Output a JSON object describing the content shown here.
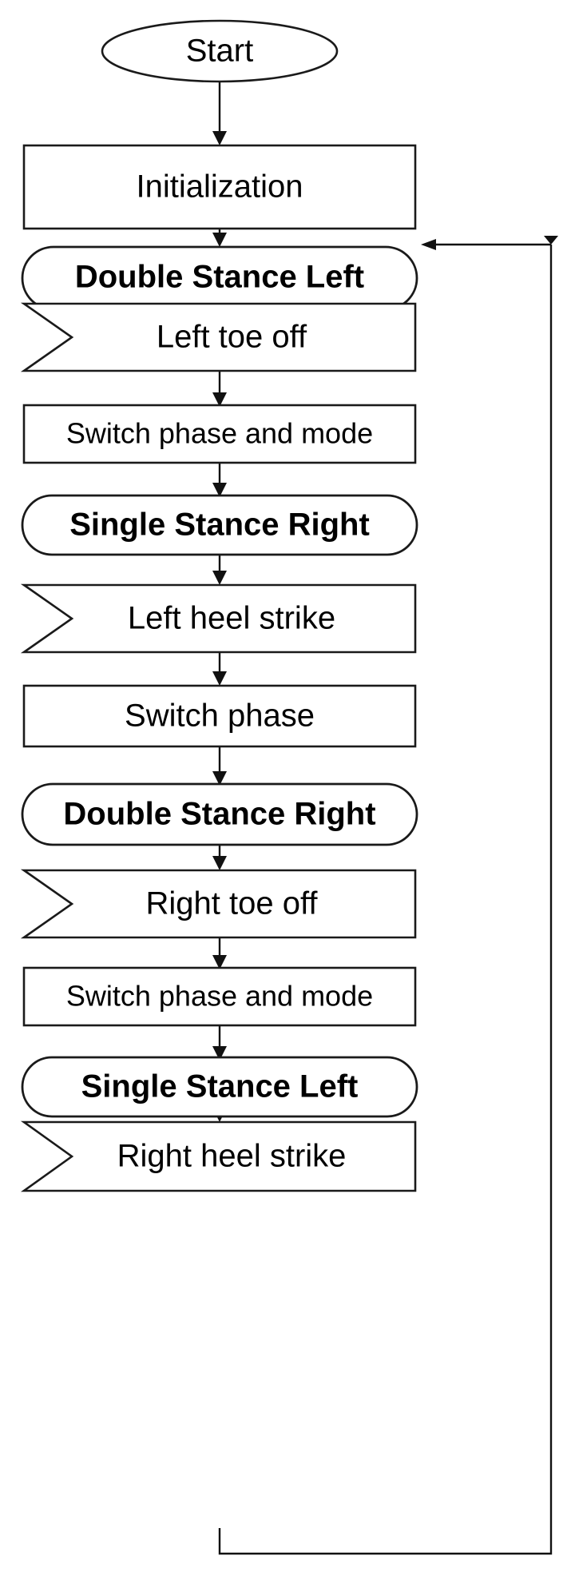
{
  "diagram": {
    "title": "Gait phase state flowchart",
    "background_color": "#ffffff",
    "line_color": "#111111",
    "text_color": "#000000",
    "fill_color": "#ffffff"
  },
  "nodes": [
    {
      "id": "start",
      "label": "Start",
      "shape": "ellipse",
      "bold": false
    },
    {
      "id": "initialization",
      "label": "Initialization",
      "shape": "process",
      "bold": false
    },
    {
      "id": "double-stance-left",
      "label": "Double Stance Left",
      "shape": "terminator",
      "bold": true
    },
    {
      "id": "left-toe-off",
      "label": "Left toe off",
      "shape": "flag",
      "bold": false
    },
    {
      "id": "switch-phase-mode-1",
      "label": "Switch phase and mode",
      "shape": "process",
      "bold": false
    },
    {
      "id": "single-stance-right",
      "label": "Single Stance Right",
      "shape": "terminator",
      "bold": true
    },
    {
      "id": "left-heel-strike",
      "label": "Left heel strike",
      "shape": "flag",
      "bold": false
    },
    {
      "id": "switch-phase",
      "label": "Switch phase",
      "shape": "process",
      "bold": false
    },
    {
      "id": "double-stance-right",
      "label": "Double Stance Right",
      "shape": "terminator",
      "bold": true
    },
    {
      "id": "right-toe-off",
      "label": "Right toe off",
      "shape": "flag",
      "bold": false
    },
    {
      "id": "switch-phase-mode-2",
      "label": "Switch phase and mode",
      "shape": "process",
      "bold": false
    },
    {
      "id": "single-stance-left",
      "label": "Single Stance Left",
      "shape": "terminator",
      "bold": true
    },
    {
      "id": "right-heel-strike",
      "label": "Right heel strike",
      "shape": "flag",
      "bold": false
    }
  ],
  "edges": [
    {
      "from": "start",
      "to": "initialization",
      "kind": "straight-down"
    },
    {
      "from": "initialization",
      "to": "double-stance-left",
      "kind": "straight-down"
    },
    {
      "from": "double-stance-left",
      "to": "left-toe-off",
      "kind": "straight-down"
    },
    {
      "from": "left-toe-off",
      "to": "switch-phase-mode-1",
      "kind": "straight-down"
    },
    {
      "from": "switch-phase-mode-1",
      "to": "single-stance-right",
      "kind": "straight-down"
    },
    {
      "from": "single-stance-right",
      "to": "left-heel-strike",
      "kind": "straight-down"
    },
    {
      "from": "left-heel-strike",
      "to": "switch-phase",
      "kind": "straight-down"
    },
    {
      "from": "switch-phase",
      "to": "double-stance-right",
      "kind": "straight-down"
    },
    {
      "from": "double-stance-right",
      "to": "right-toe-off",
      "kind": "straight-down"
    },
    {
      "from": "right-toe-off",
      "to": "switch-phase-mode-2",
      "kind": "straight-down"
    },
    {
      "from": "switch-phase-mode-2",
      "to": "single-stance-left",
      "kind": "straight-down"
    },
    {
      "from": "single-stance-left",
      "to": "right-heel-strike",
      "kind": "straight-down"
    },
    {
      "from": "right-heel-strike",
      "to": "double-stance-left",
      "kind": "feedback-loop-right"
    }
  ]
}
